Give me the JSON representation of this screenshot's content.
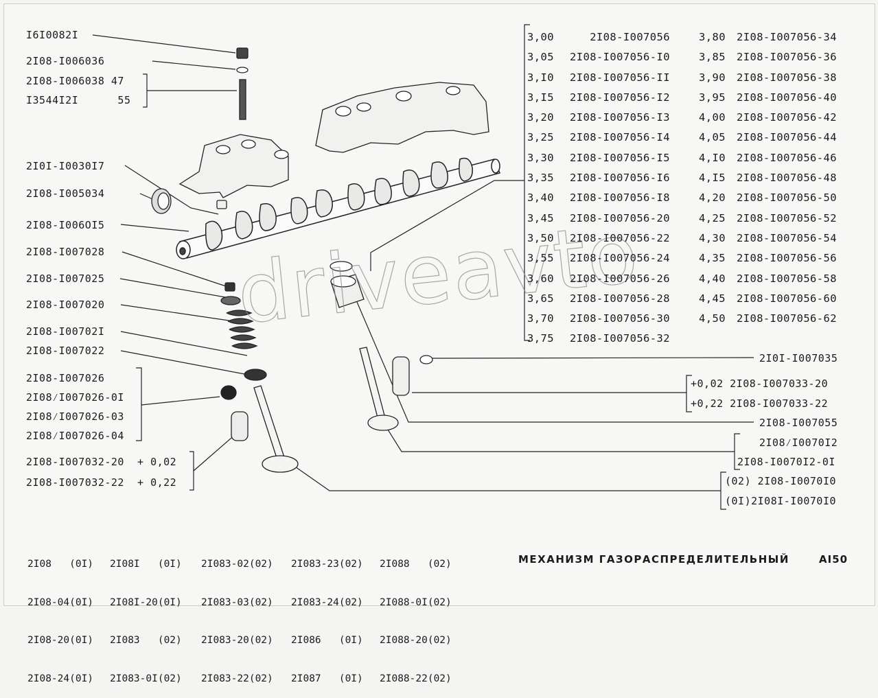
{
  "callouts_left": [
    {
      "id": "c1",
      "text": "I6I0082I"
    },
    {
      "id": "c2",
      "text": "2I08-I006036"
    },
    {
      "id": "c3",
      "text": "2I08-I006038 47"
    },
    {
      "id": "c4",
      "text": "I3544I2I      55"
    },
    {
      "id": "c5",
      "text": "2I0I-I0030I7"
    },
    {
      "id": "c6",
      "text": "2I08-I005034"
    },
    {
      "id": "c7",
      "text": "2I08-I006OI5"
    },
    {
      "id": "c8",
      "text": "2I08-I007028"
    },
    {
      "id": "c9",
      "text": "2I08-I007025"
    },
    {
      "id": "c10",
      "text": "2I08-I007020"
    },
    {
      "id": "c11",
      "text": "2I08-I00702I"
    },
    {
      "id": "c12",
      "text": "2I08-I007022"
    },
    {
      "id": "c13",
      "text": "2I08-I007026"
    },
    {
      "id": "c14",
      "text": "2I08⁄I007026-0I"
    },
    {
      "id": "c15",
      "text": "2I08⁄I007026-03"
    },
    {
      "id": "c16",
      "text": "2I08⁄I007026-04"
    },
    {
      "id": "c17",
      "text": "2I08-I007032-20  + 0,02"
    },
    {
      "id": "c18",
      "text": "2I08-I007032-22  + 0,22"
    }
  ],
  "shim_table": [
    {
      "size_a": "3,00",
      "part_a": "   2I08-I007056",
      "size_b": "3,80",
      "part_b": "2I08-I007056-34"
    },
    {
      "size_a": "3,05",
      "part_a": "2I08-I007056-I0",
      "size_b": "3,85",
      "part_b": "2I08-I007056-36"
    },
    {
      "size_a": "3,I0",
      "part_a": "2I08-I007056-II",
      "size_b": "3,90",
      "part_b": "2I08-I007056-38"
    },
    {
      "size_a": "3,I5",
      "part_a": "2I08-I007056-I2",
      "size_b": "3,95",
      "part_b": "2I08-I007056-40"
    },
    {
      "size_a": "3,20",
      "part_a": "2I08-I007056-I3",
      "size_b": "4,00",
      "part_b": "2I08-I007056-42"
    },
    {
      "size_a": "3,25",
      "part_a": "2I08-I007056-I4",
      "size_b": "4,05",
      "part_b": "2I08-I007056-44"
    },
    {
      "size_a": "3,30",
      "part_a": "2I08-I007056-I5",
      "size_b": "4,I0",
      "part_b": "2I08-I007056-46"
    },
    {
      "size_a": "3,35",
      "part_a": "2I08-I007056-I6",
      "size_b": "4,I5",
      "part_b": "2I08-I007056-48"
    },
    {
      "size_a": "3,40",
      "part_a": "2I08-I007056-I8",
      "size_b": "4,20",
      "part_b": "2I08-I007056-50"
    },
    {
      "size_a": "3,45",
      "part_a": "2I08-I007056-20",
      "size_b": "4,25",
      "part_b": "2I08-I007056-52"
    },
    {
      "size_a": "3,50",
      "part_a": "2I08-I007056-22",
      "size_b": "4,30",
      "part_b": "2I08-I007056-54"
    },
    {
      "size_a": "3,55",
      "part_a": "2I08-I007056-24",
      "size_b": "4,35",
      "part_b": "2I08-I007056-56"
    },
    {
      "size_a": "3,60",
      "part_a": "2I08-I007056-26",
      "size_b": "4,40",
      "part_b": "2I08-I007056-58"
    },
    {
      "size_a": "3,65",
      "part_a": "2I08-I007056-28",
      "size_b": "4,45",
      "part_b": "2I08-I007056-60"
    },
    {
      "size_a": "3,70",
      "part_a": "2I08-I007056-30",
      "size_b": "4,50",
      "part_b": "2I08-I007056-62"
    },
    {
      "size_a": "3,75",
      "part_a": "2I08-I007056-32",
      "size_b": "",
      "part_b": ""
    }
  ],
  "callouts_right": [
    {
      "id": "r1",
      "text": "2I0I-I007035"
    },
    {
      "id": "r2",
      "text": "+0,02 2I08-I007033-20"
    },
    {
      "id": "r3",
      "text": "+0,22 2I08-I007033-22"
    },
    {
      "id": "r4",
      "text": "2I08-I007055"
    },
    {
      "id": "r5",
      "text": "2I08⁄I0070I2"
    },
    {
      "id": "r6",
      "text": "2I08-I0070I2-0I"
    },
    {
      "id": "r7",
      "text": "(02) 2I08-I0070I0"
    },
    {
      "id": "r8",
      "text": "(0I)2I08I-I0070I0"
    }
  ],
  "models": [
    [
      "2I08   (0I)",
      "2I08-04(0I)",
      "2I08-20(0I)",
      "2I08-24(0I)"
    ],
    [
      "2I08I   (0I)",
      "2I08I-20(0I)",
      "2I083   (02)",
      "2I083-0I(02)"
    ],
    [
      "2I083-02(02)",
      "2I083-03(02)",
      "2I083-20(02)",
      "2I083-22(02)"
    ],
    [
      "2I083-23(02)",
      "2I083-24(02)",
      "2I086   (0I)",
      "2I087   (0I)"
    ],
    [
      "2I088   (02)",
      "2I088-0I(02)",
      "2I088-20(02)",
      "2I088-22(02)"
    ]
  ],
  "title": "МЕХАНИЗМ ГАЗОРАСПРЕДЕЛИТЕЛЬНЫЙ",
  "page_code": "AI50",
  "watermark": "driveavto"
}
